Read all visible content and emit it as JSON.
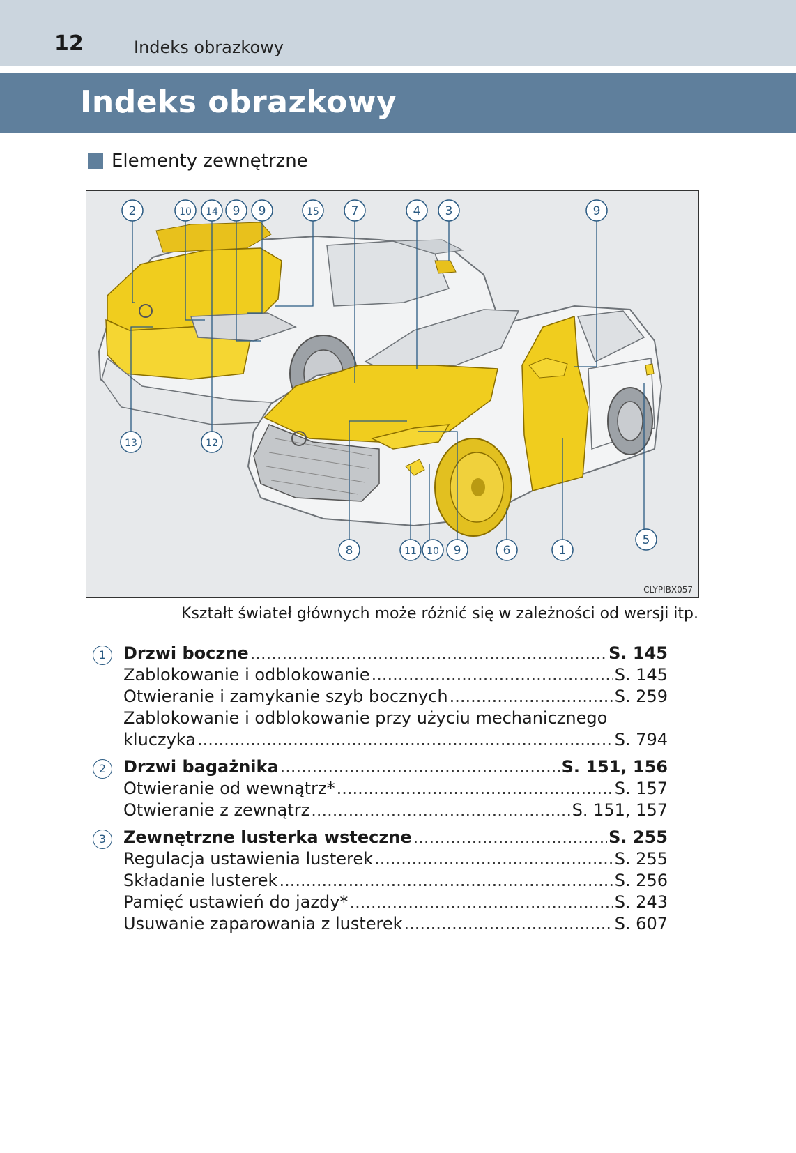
{
  "header": {
    "page_number": "12",
    "running_title": "Indeks obrazkowy"
  },
  "title": "Indeks obrazkowy",
  "section": "Elementy zewnętrzne",
  "figure": {
    "code": "CLYPIBX057",
    "callouts_top": [
      "2",
      "10",
      "14",
      "9",
      "9",
      "15",
      "7",
      "4",
      "3",
      "9"
    ],
    "callouts_left": [
      "13",
      "12"
    ],
    "callouts_bottom": [
      "8",
      "11",
      "10",
      "9",
      "6",
      "1",
      "5"
    ]
  },
  "caption": "Kształt świateł głównych może różnić się w zależności od wersji itp.",
  "entries": [
    {
      "num": "1",
      "label": "Drzwi boczne",
      "page": "S. 145",
      "subs": [
        {
          "label": "Zablokowanie i odblokowanie",
          "page": "S. 145"
        },
        {
          "label": "Otwieranie i zamykanie szyb bocznych ",
          "page": "S. 259"
        },
        {
          "label": "Zablokowanie i odblokowanie przy użyciu mechanicznego",
          "cont": "kluczyka",
          "page": "S. 794"
        }
      ]
    },
    {
      "num": "2",
      "label": "Drzwi bagażnika",
      "page": "S. 151, 156",
      "subs": [
        {
          "label": "Otwieranie od wewnątrz*",
          "page": "S. 157"
        },
        {
          "label": "Otwieranie z zewnątrz ",
          "page": "S. 151, 157"
        }
      ]
    },
    {
      "num": "3",
      "label": "Zewnętrzne lusterka wsteczne",
      "page": "S. 255",
      "subs": [
        {
          "label": "Regulacja ustawienia lusterek",
          "page": "S. 255"
        },
        {
          "label": "Składanie lusterek",
          "page": "S. 256"
        },
        {
          "label": "Pamięć ustawień do jazdy*",
          "page": "S. 243"
        },
        {
          "label": "Usuwanie zaparowania z lusterek",
          "page": "S. 607"
        }
      ]
    }
  ]
}
